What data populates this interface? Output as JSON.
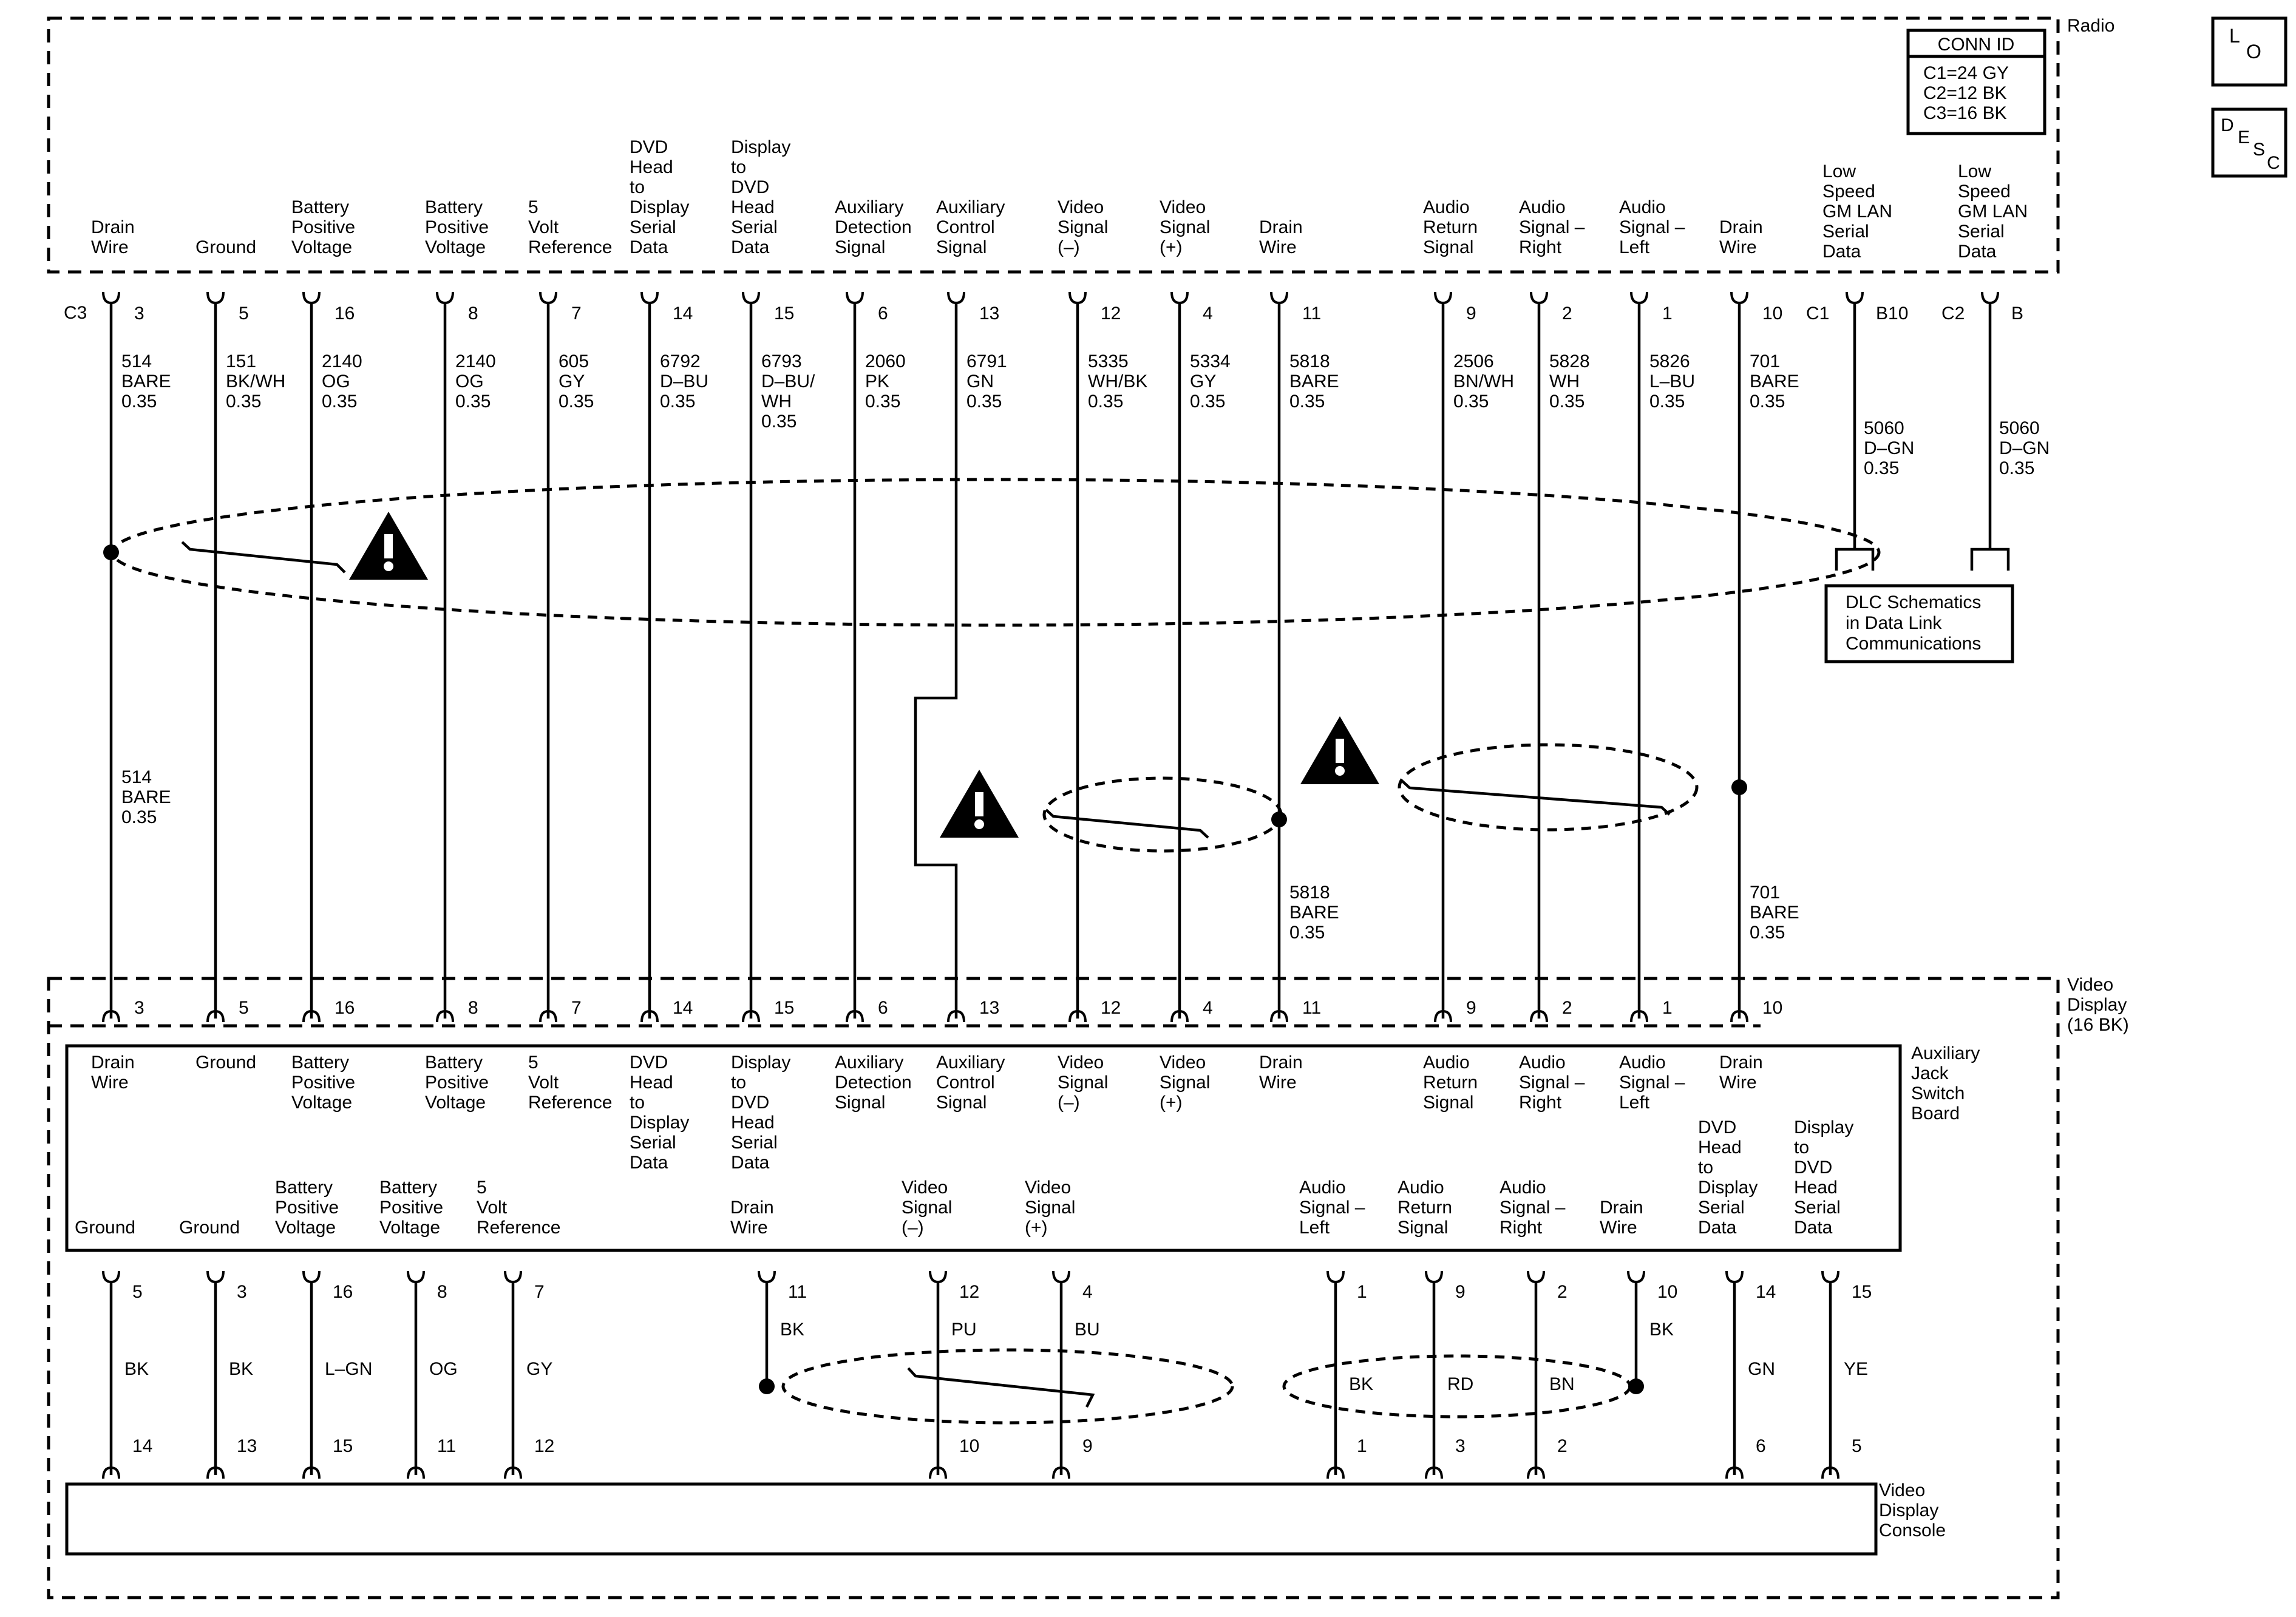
{
  "modules": {
    "radio": "Radio",
    "video_display": [
      "Video",
      "Display",
      "(16 BK)"
    ],
    "jack_board": [
      "Auxiliary",
      "Jack",
      "Switch",
      "Board"
    ],
    "console": [
      "Video",
      "Display",
      "Console"
    ]
  },
  "conn_id": {
    "title": "CONN ID",
    "lines": [
      "C1=24 GY",
      "C2=12 BK",
      "C3=16 BK"
    ]
  },
  "side_buttons": {
    "lo": [
      "L",
      "O"
    ],
    "desc": [
      "D",
      "E",
      "S",
      "C"
    ]
  },
  "connector_label_c3": "C3",
  "top_wires": [
    {
      "name": [
        "Drain",
        "Wire"
      ],
      "pin": "3",
      "circuit": [
        "514",
        "BARE",
        "0.35"
      ],
      "lower_circuit": [
        "514",
        "BARE",
        "0.35"
      ]
    },
    {
      "name": [
        "Ground"
      ],
      "pin": "5",
      "circuit": [
        "151",
        "BK/WH",
        "0.35"
      ]
    },
    {
      "name": [
        "Battery",
        "Positive",
        "Voltage"
      ],
      "pin": "16",
      "circuit": [
        "2140",
        "OG",
        "0.35"
      ]
    },
    {
      "name": [
        "Battery",
        "Positive",
        "Voltage"
      ],
      "pin": "8",
      "circuit": [
        "2140",
        "OG",
        "0.35"
      ]
    },
    {
      "name": [
        "5",
        "Volt",
        "Reference"
      ],
      "pin": "7",
      "circuit": [
        "605",
        "GY",
        "0.35"
      ]
    },
    {
      "name": [
        "DVD",
        "Head",
        "to",
        "Display",
        "Serial",
        "Data"
      ],
      "pin": "14",
      "circuit": [
        "6792",
        "D–BU",
        "0.35"
      ]
    },
    {
      "name": [
        "Display",
        "to",
        "DVD",
        "Head",
        "Serial",
        "Data"
      ],
      "pin": "15",
      "circuit": [
        "6793",
        "D–BU/",
        "WH",
        "0.35"
      ]
    },
    {
      "name": [
        "Auxiliary",
        "Detection",
        "Signal"
      ],
      "pin": "6",
      "circuit": [
        "2060",
        "PK",
        "0.35"
      ]
    },
    {
      "name": [
        "Auxiliary",
        "Control",
        "Signal"
      ],
      "pin": "13",
      "circuit": [
        "6791",
        "GN",
        "0.35"
      ]
    },
    {
      "name": [
        "Video",
        "Signal",
        "(–)"
      ],
      "pin": "12",
      "circuit": [
        "5335",
        "WH/BK",
        "0.35"
      ]
    },
    {
      "name": [
        "Video",
        "Signal",
        "(+)"
      ],
      "pin": "4",
      "circuit": [
        "5334",
        "GY",
        "0.35"
      ]
    },
    {
      "name": [
        "Drain",
        "Wire"
      ],
      "pin": "11",
      "circuit": [
        "5818",
        "BARE",
        "0.35"
      ],
      "lower_circuit": [
        "5818",
        "BARE",
        "0.35"
      ]
    },
    {
      "name": [
        "Audio",
        "Return",
        "Signal"
      ],
      "pin": "9",
      "circuit": [
        "2506",
        "BN/WH",
        "0.35"
      ]
    },
    {
      "name": [
        "Audio",
        "Signal –",
        "Right"
      ],
      "pin": "2",
      "circuit": [
        "5828",
        "WH",
        "0.35"
      ]
    },
    {
      "name": [
        "Audio",
        "Signal –",
        "Left"
      ],
      "pin": "1",
      "circuit": [
        "5826",
        "L–BU",
        "0.35"
      ]
    },
    {
      "name": [
        "Drain",
        "Wire"
      ],
      "pin": "10",
      "circuit": [
        "701",
        "BARE",
        "0.35"
      ],
      "lower_circuit": [
        "701",
        "BARE",
        "0.35"
      ]
    }
  ],
  "lan_wires": [
    {
      "name": [
        "Low",
        "Speed",
        "GM LAN",
        "Serial",
        "Data"
      ],
      "conn": "C1",
      "pin": "B10",
      "circuit": [
        "5060",
        "D–GN",
        "0.35"
      ]
    },
    {
      "name": [
        "Low",
        "Speed",
        "GM LAN",
        "Serial",
        "Data"
      ],
      "conn": "C2",
      "pin": "B",
      "circuit": [
        "5060",
        "D–GN",
        "0.35"
      ]
    }
  ],
  "dlc_box": [
    "DLC Schematics",
    "in Data Link",
    "Communications"
  ],
  "video_display_pins": [
    "3",
    "5",
    "16",
    "8",
    "7",
    "14",
    "15",
    "6",
    "13",
    "12",
    "4",
    "11",
    "9",
    "2",
    "1",
    "10"
  ],
  "board_top_labels": [
    [
      "Drain",
      "Wire"
    ],
    [
      "Ground"
    ],
    [
      "Battery",
      "Positive",
      "Voltage"
    ],
    [
      "Battery",
      "Positive",
      "Voltage"
    ],
    [
      "5",
      "Volt",
      "Reference"
    ],
    [
      "DVD",
      "Head",
      "to",
      "Display",
      "Serial",
      "Data"
    ],
    [
      "Display",
      "to",
      "DVD",
      "Head",
      "Serial",
      "Data"
    ],
    [
      "Auxiliary",
      "Detection",
      "Signal"
    ],
    [
      "Auxiliary",
      "Control",
      "Signal"
    ],
    [
      "Video",
      "Signal",
      "(–)"
    ],
    [
      "Video",
      "Signal",
      "(+)"
    ],
    [
      "Drain",
      "Wire"
    ],
    [
      "Audio",
      "Return",
      "Signal"
    ],
    [
      "Audio",
      "Signal –",
      "Right"
    ],
    [
      "Audio",
      "Signal –",
      "Left"
    ],
    [
      "Drain",
      "Wire"
    ]
  ],
  "bottom_wires": [
    {
      "name": [
        "Ground"
      ],
      "pin_top": "5",
      "color": "BK",
      "pin_bottom": "14"
    },
    {
      "name": [
        "Ground"
      ],
      "pin_top": "3",
      "color": "BK",
      "pin_bottom": "13"
    },
    {
      "name": [
        "Battery",
        "Positive",
        "Voltage"
      ],
      "pin_top": "16",
      "color": "L–GN",
      "pin_bottom": "15"
    },
    {
      "name": [
        "Battery",
        "Positive",
        "Voltage"
      ],
      "pin_top": "8",
      "color": "OG",
      "pin_bottom": "11"
    },
    {
      "name": [
        "5",
        "Volt",
        "Reference"
      ],
      "pin_top": "7",
      "color": "GY",
      "pin_bottom": "12"
    },
    {
      "name": [
        "Drain",
        "Wire"
      ],
      "pin_top": "11",
      "color": "BK",
      "pin_bottom": ""
    },
    {
      "name": [
        "Video",
        "Signal",
        "(–)"
      ],
      "pin_top": "12",
      "color": "PU",
      "pin_bottom": "10"
    },
    {
      "name": [
        "Video",
        "Signal",
        "(+)"
      ],
      "pin_top": "4",
      "color": "BU",
      "pin_bottom": "9"
    },
    {
      "name": [
        "Audio",
        "Signal –",
        "Left"
      ],
      "pin_top": "1",
      "color": "BK",
      "pin_bottom": "1"
    },
    {
      "name": [
        "Audio",
        "Return",
        "Signal"
      ],
      "pin_top": "9",
      "color": "RD",
      "pin_bottom": "3"
    },
    {
      "name": [
        "Audio",
        "Signal –",
        "Right"
      ],
      "pin_top": "2",
      "color": "BN",
      "pin_bottom": "2"
    },
    {
      "name": [
        "Drain",
        "Wire"
      ],
      "pin_top": "10",
      "color": "BK",
      "pin_bottom": ""
    },
    {
      "name": [
        "DVD",
        "Head",
        "to",
        "Display",
        "Serial",
        "Data"
      ],
      "pin_top": "14",
      "color": "GN",
      "pin_bottom": "6"
    },
    {
      "name": [
        "Display",
        "to",
        "DVD",
        "Head",
        "Serial",
        "Data"
      ],
      "pin_top": "15",
      "color": "YE",
      "pin_bottom": "5"
    }
  ]
}
